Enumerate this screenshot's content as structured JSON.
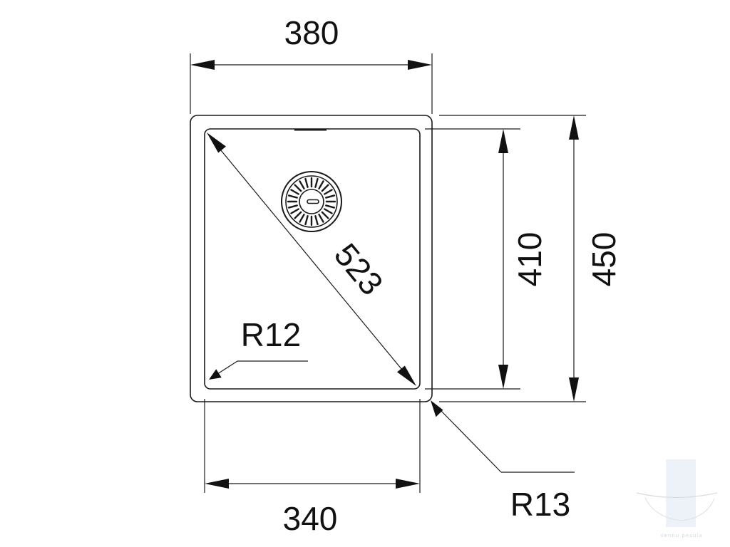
{
  "dimensions": {
    "outer_width": "380",
    "inner_width": "340",
    "inner_height": "410",
    "outer_height": "450",
    "diagonal": "523",
    "inner_radius": "R12",
    "outer_radius": "R13"
  },
  "watermark": {
    "text": "vennu pesula"
  }
}
